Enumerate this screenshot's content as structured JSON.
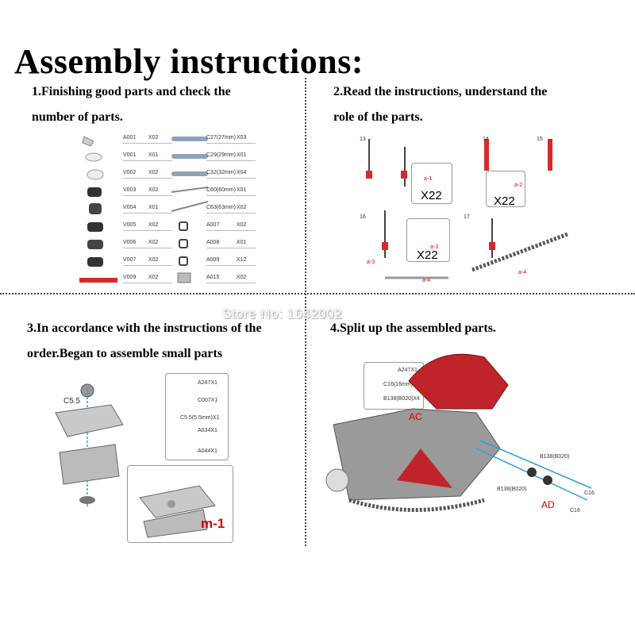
{
  "title": "Assembly instructions:",
  "store": "Store No: 1642002",
  "steps": [
    {
      "line1": "1.Finishing good parts and check the",
      "line2": "number of parts."
    },
    {
      "line1": "2.Read the instructions, understand the",
      "line2": "role of the parts."
    },
    {
      "line1": "3.In accordance with the instructions of the",
      "line2": "order.Began to assemble small parts"
    },
    {
      "line1": "4.Split up the assembled parts.",
      "line2": ""
    }
  ],
  "parts_left": [
    {
      "code": "A001",
      "qty": "X02"
    },
    {
      "code": "V001",
      "qty": "X01"
    },
    {
      "code": "V002",
      "qty": "X02"
    },
    {
      "code": "V003",
      "qty": "X02"
    },
    {
      "code": "V004",
      "qty": "X01"
    },
    {
      "code": "V005",
      "qty": "X02"
    },
    {
      "code": "V006",
      "qty": "X02"
    },
    {
      "code": "V007",
      "qty": "X02"
    },
    {
      "code": "V009",
      "qty": "X02"
    }
  ],
  "parts_right": [
    {
      "code": "C27(27mm)",
      "qty": "X03"
    },
    {
      "code": "C29(29mm)",
      "qty": "X01"
    },
    {
      "code": "C32(32mm)",
      "qty": "X04"
    },
    {
      "code": "C60(60mm)",
      "qty": "X01"
    },
    {
      "code": "C63(63mm)",
      "qty": "X02"
    },
    {
      "code": "A007",
      "qty": "X02"
    },
    {
      "code": "A008",
      "qty": "X01"
    },
    {
      "code": "A009",
      "qty": "X12"
    },
    {
      "code": "A015",
      "qty": "X02"
    }
  ],
  "step2": {
    "panel_numbers": [
      "13",
      "14",
      "15",
      "16",
      "17"
    ],
    "x22": "X22",
    "labels": [
      "a-1",
      "a-2",
      "a-3",
      "a-4",
      "a-3",
      "a-4"
    ]
  },
  "step3": {
    "c55": "C5.5",
    "legend": [
      "A247X1",
      "C007X1",
      "C5.5(5.5mm)X1",
      "A034X1",
      "A044X1"
    ],
    "m1": "m-1"
  },
  "step4": {
    "legend": [
      "A247X1",
      "C16(16mm)X2",
      "B138(B020)X4"
    ],
    "ac": "AC",
    "ad": "AD",
    "callouts": [
      "B138(B020)",
      "B138(B020)",
      "C16",
      "C16"
    ]
  }
}
